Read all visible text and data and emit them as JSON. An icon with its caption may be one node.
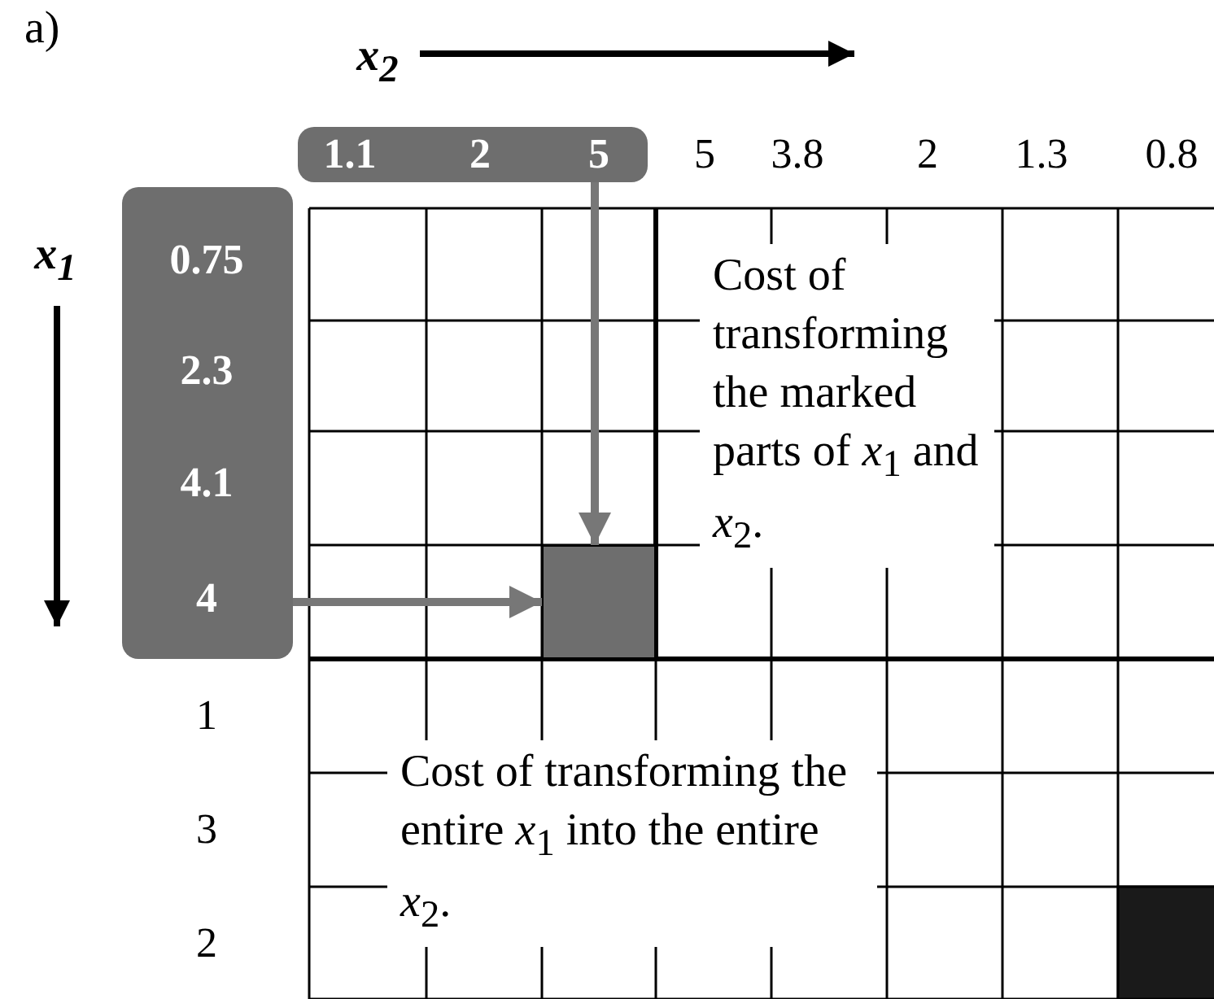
{
  "diagram": {
    "nodes": [
      {
        "text": [
          "1.1",
          "2",
          "5"
        ]
      },
      {
        "text": [
          "0.75",
          "2.3",
          "4.1",
          "4"
        ]
      },
      {
        "text": [],
        "shape": "box"
      }
    ],
    "edges": [
      {
        "from": 0,
        "to": 2,
        "arrow": "to"
      },
      {
        "from": 1,
        "to": 2,
        "arrow": "to"
      }
    ],
    "labels": [
      "a)",
      "x$_{2}$",
      "5",
      "3.8",
      "2",
      "1.3",
      "0.8",
      "x$_{1}$",
      "1",
      "3",
      "2",
      "Cost of transforming the marked parts of *x*$_{1}$ and *x*$_{2}$.",
      "Cost of transforming the entire *x*$_{1}$ into the entire *x*$_{2}$."
    ]
  }
}
